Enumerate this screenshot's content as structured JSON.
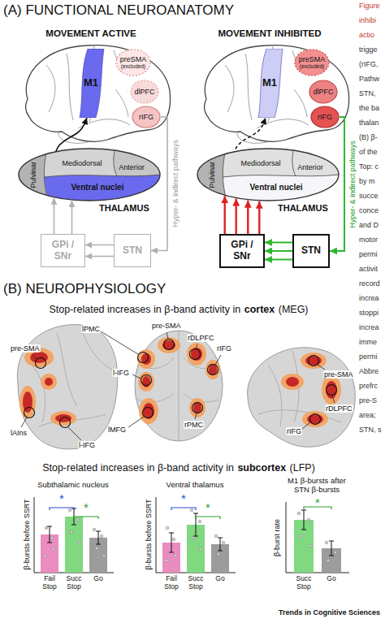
{
  "diagram": {
    "nodes": [
      {
        "text": [
          "preSMA",
          "(excluded)"
        ]
      },
      {
        "text": [
          "M1"
        ]
      },
      {
        "text": [
          "dlPFC"
        ]
      },
      {
        "text": [
          "rIFG"
        ]
      },
      {
        "text": [
          "THALAMUS"
        ]
      },
      {
        "text": [
          "Pulvinar"
        ],
        "in": 4
      },
      {
        "text": [
          "Mediodorsal"
        ],
        "in": 4
      },
      {
        "text": [
          "Anterior"
        ],
        "in": 4
      },
      {
        "text": [
          "Ventral nuclei"
        ],
        "in": 4
      },
      {
        "text": [
          "GPi / SNr"
        ]
      },
      {
        "text": [
          "STN"
        ]
      },
      {
        "text": [
          "preSMA",
          "(excluded)"
        ]
      },
      {
        "text": [
          "M1"
        ]
      },
      {
        "text": [
          "dlPFC"
        ]
      },
      {
        "text": [
          "rIFG"
        ]
      },
      {
        "text": [
          "THALAMUS"
        ]
      },
      {
        "text": [
          "Pulvinar"
        ],
        "in": 15
      },
      {
        "text": [
          "Mediodorsal"
        ],
        "in": 15
      },
      {
        "text": [
          "Anterior"
        ],
        "in": 15
      },
      {
        "text": [
          "Ventral nuclei"
        ],
        "in": 15
      },
      {
        "text": [
          "GPi / SNr"
        ]
      },
      {
        "text": [
          "STN"
        ]
      }
    ],
    "edges": [
      {
        "from": 8,
        "to": 1,
        "arrow": "to"
      },
      {
        "from": 9,
        "to": 4,
        "arrow": "to"
      },
      {
        "from": 9,
        "to": 4,
        "arrow": "to"
      },
      {
        "from": 10,
        "to": 9,
        "arrow": "to"
      },
      {
        "from": 10,
        "to": 9,
        "arrow": "to"
      },
      {
        "from": 3,
        "to": 10,
        "arrow": "to",
        "label": "Hyper- & indirect pathways"
      },
      {
        "from": 19,
        "to": 12,
        "arrow": "to"
      },
      {
        "from": 20,
        "to": 15,
        "arrow": "to"
      },
      {
        "from": 20,
        "to": 15,
        "arrow": "to"
      },
      {
        "from": 20,
        "to": 15,
        "arrow": "to"
      },
      {
        "from": 20,
        "to": 15,
        "arrow": "to"
      },
      {
        "from": 21,
        "to": 20,
        "arrow": "to"
      },
      {
        "from": 21,
        "to": 20,
        "arrow": "to"
      },
      {
        "from": 21,
        "to": 20,
        "arrow": "to"
      },
      {
        "from": 14,
        "to": 21,
        "arrow": "to",
        "label": "Hyper- & indirect pathways"
      }
    ],
    "labels": [
      "(A) FUNCTIONAL NEUROANATOMY",
      "MOVEMENT ACTIVE",
      "MOVEMENT INHIBITED",
      "(B) NEUROPHYSIOLOGY",
      "Stop-related increases in β-band activity in",
      "cortex",
      "(MEG)",
      "lPMC",
      "pre-SMA",
      "rDLPFC",
      "rIFG",
      "pre-SMA",
      "l-IFG",
      "lMFG",
      "rPMC",
      "lAIns",
      "l-IFG",
      "pre-SMA",
      "rDLPFC",
      "rIFG",
      "Stop-related increases in β-band activity in",
      "subcortex",
      "(LFP)",
      "Subthalamic nucleus",
      "β-bursts before SSRT",
      "*",
      "*",
      "Fail Stop",
      "Succ Stop",
      "Go",
      "Ventral thalamus",
      "β-bursts before SSRT",
      "*",
      "*",
      "Fail Stop",
      "Succ Stop",
      "Go",
      "M1 β-bursts after STN β-bursts",
      "β-burst rate",
      "*",
      "Succ Stop",
      "Go",
      "Trends in Cognitive Sciences",
      "Figure",
      "inhibi",
      "actio",
      "trigge",
      "(rIFG,",
      "Pathw",
      "STN,",
      "the ba",
      "thalan",
      "(B) β-",
      "of the",
      "Top: c",
      "by m",
      "succe",
      "conce",
      "and D",
      "motor",
      "permi",
      "activit",
      "record",
      "increa",
      "stoppi",
      "increa",
      "imme",
      "permi",
      "Abbre",
      "prefrc",
      "pre-S",
      "area;",
      "STN, s"
    ]
  }
}
